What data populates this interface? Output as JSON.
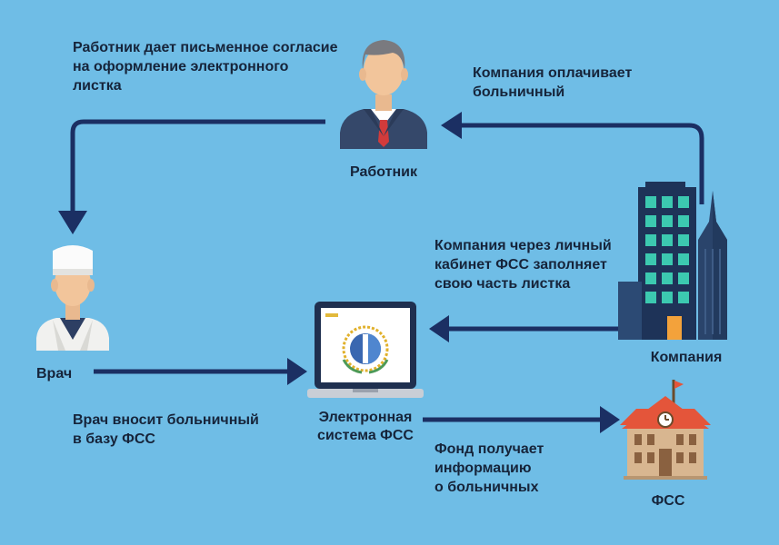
{
  "nodes": {
    "worker": "Работник",
    "doctor": "Врач",
    "company": "Компания",
    "system": "Электронная\nсистема ФСС",
    "fss": "ФСС"
  },
  "steps": {
    "worker_consent": "Работник дает письменное согласие\nна оформление электронного\nлистка",
    "company_pays": "Компания оплачивает\nбольничный",
    "company_fills": "Компания через личный\nкабинет ФСС заполняет\nсвою часть листка",
    "doctor_enters": "Врач вносит больничный\nв базу ФСС",
    "fund_receives": "Фонд получает\nинформацию\nо больничных"
  },
  "colors": {
    "background": "#6fbde6",
    "arrow": "#1b2f63",
    "text": "#16243a",
    "building": "#1e3358",
    "window": "#3cc9b0",
    "fss_roof": "#e4553a",
    "fss_wall": "#d8b690"
  }
}
